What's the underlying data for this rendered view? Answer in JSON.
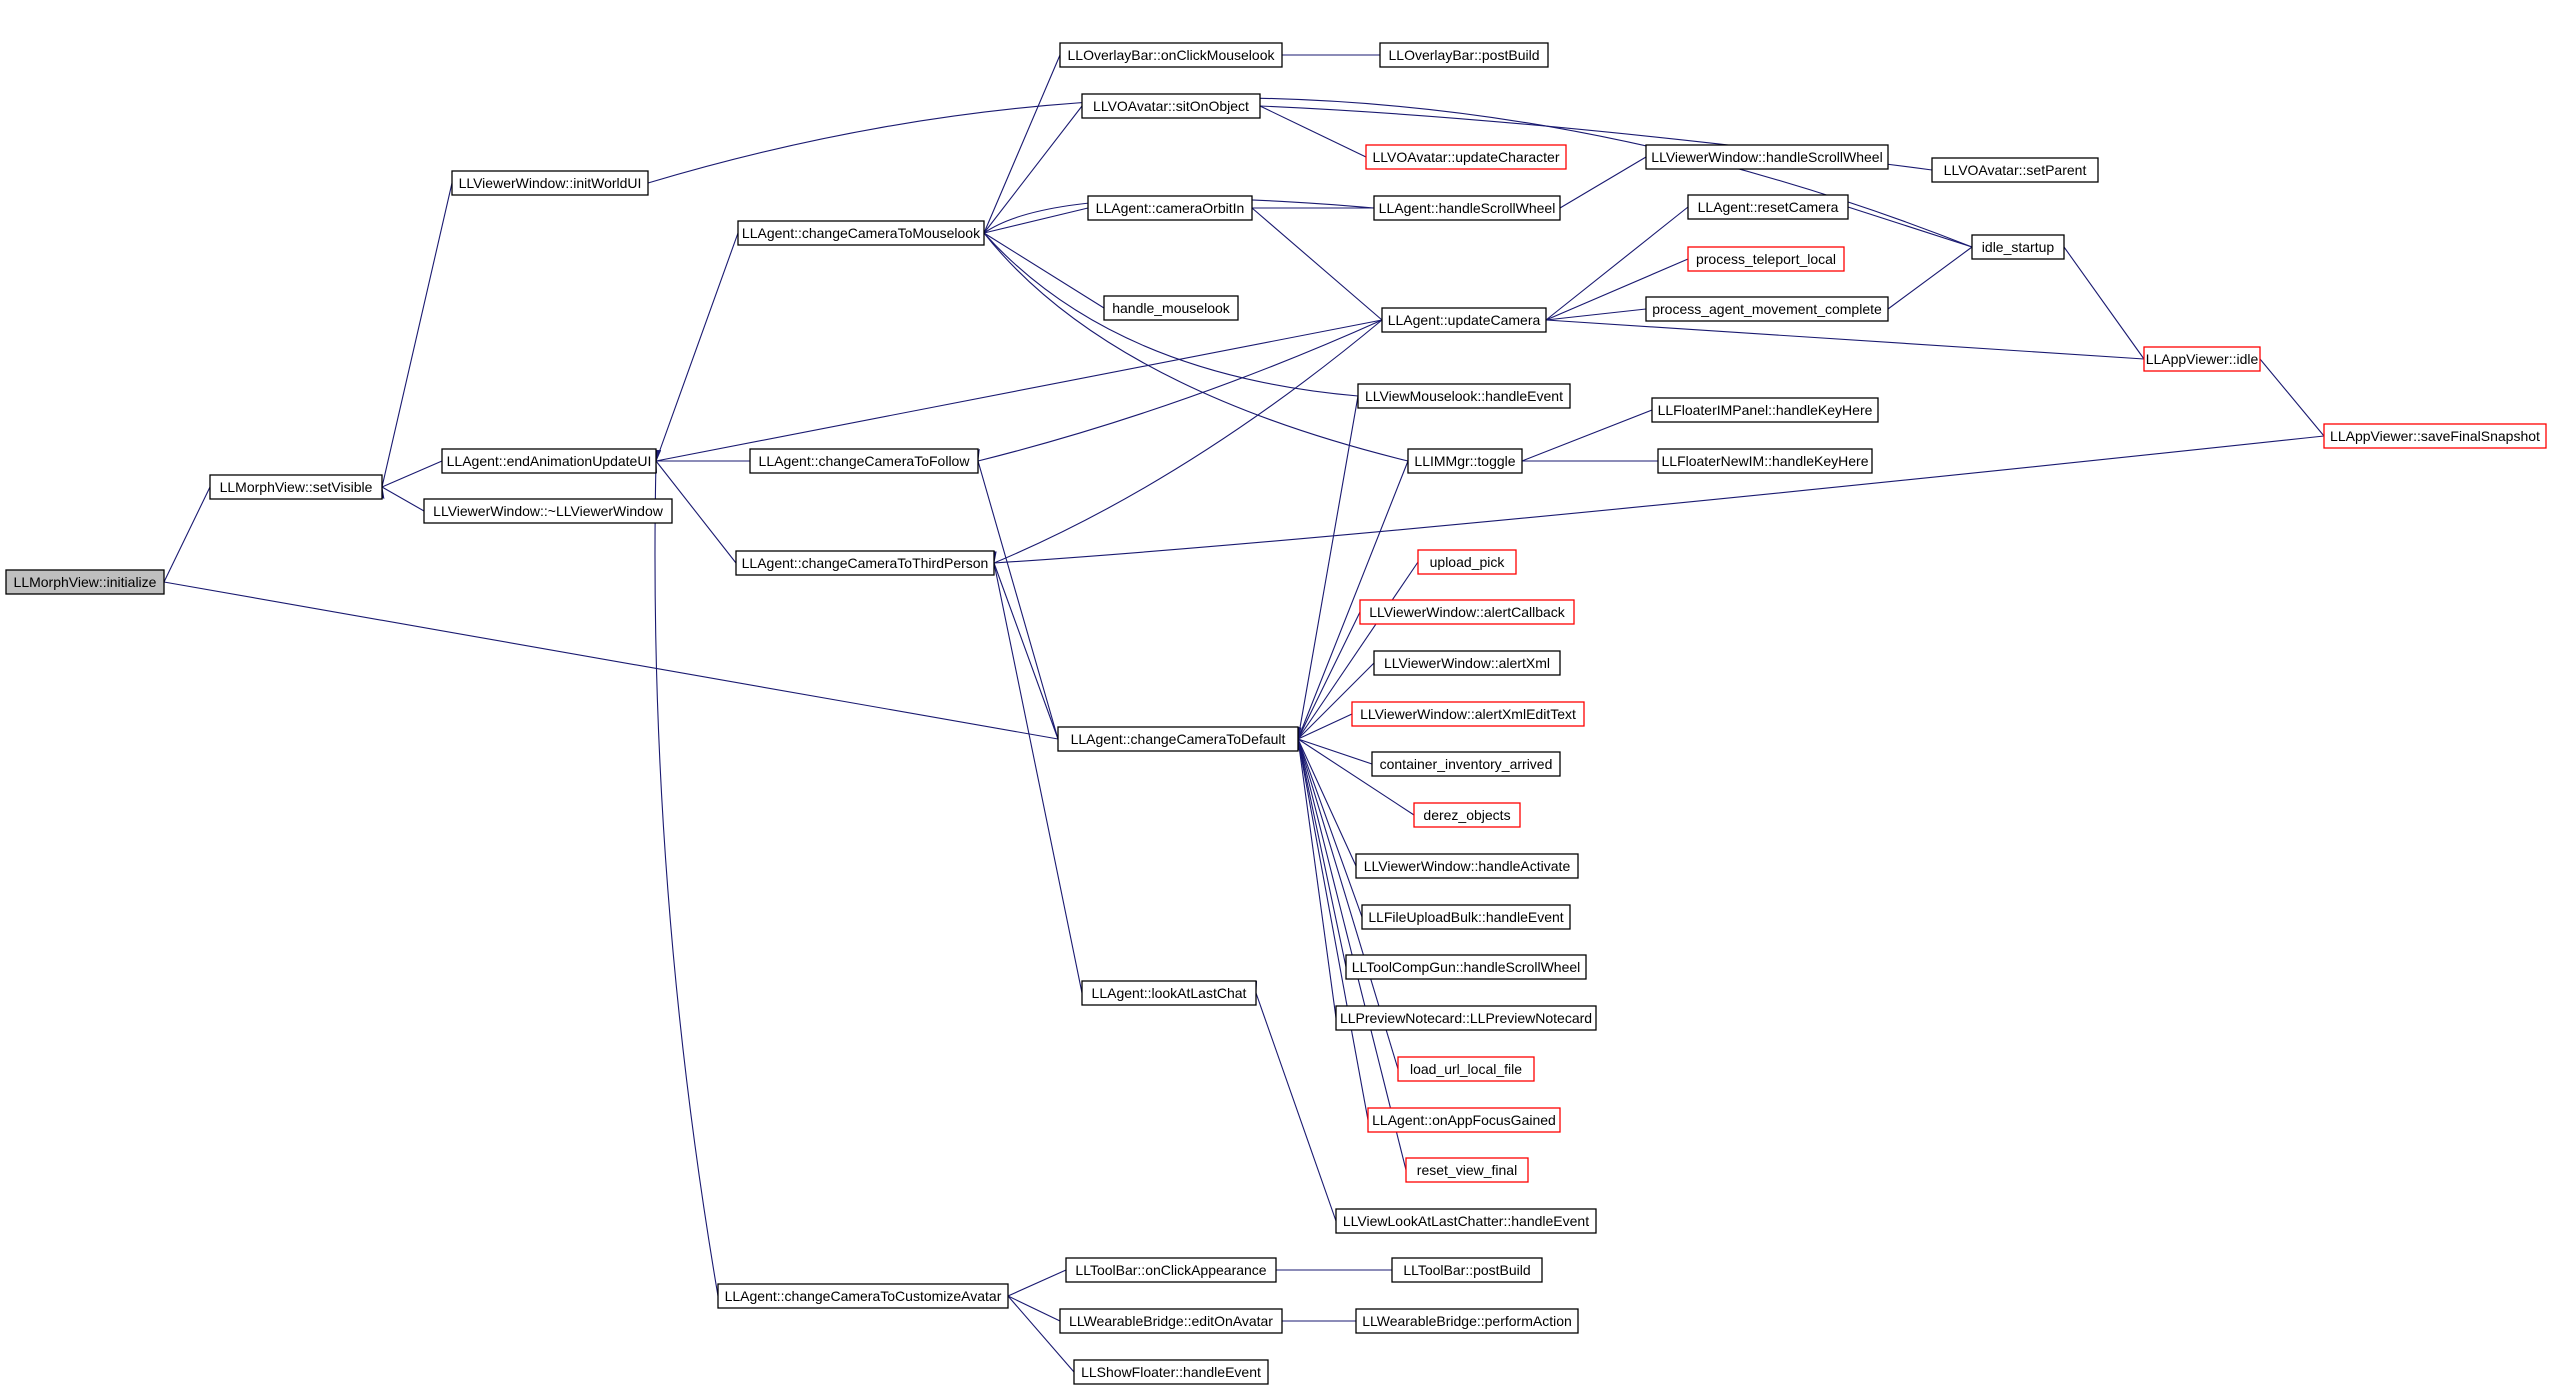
{
  "diagram": {
    "nodes": [
      {
        "id": "n0",
        "label": "LLMorphView::initialize",
        "root": true
      },
      {
        "id": "n1",
        "label": "LLMorphView::setVisible"
      },
      {
        "id": "n2",
        "label": "LLViewerWindow::initWorldUI"
      },
      {
        "id": "n3",
        "label": "LLAgent::endAnimationUpdateUI"
      },
      {
        "id": "n4",
        "label": "LLViewerWindow::~LLViewerWindow"
      },
      {
        "id": "n5",
        "label": "LLAgent::changeCameraToMouselook"
      },
      {
        "id": "n6",
        "label": "LLAgent::changeCameraToFollow"
      },
      {
        "id": "n7",
        "label": "LLAgent::changeCameraToThirdPerson"
      },
      {
        "id": "n8",
        "label": "LLAgent::changeCameraToCustomizeAvatar"
      },
      {
        "id": "n9",
        "label": "LLOverlayBar::onClickMouselook"
      },
      {
        "id": "n10",
        "label": "LLOverlayBar::postBuild"
      },
      {
        "id": "n11",
        "label": "LLVOAvatar::sitOnObject"
      },
      {
        "id": "n12",
        "label": "LLVOAvatar::updateCharacter",
        "red": true
      },
      {
        "id": "n13",
        "label": "LLVOAvatar::setParent"
      },
      {
        "id": "n14",
        "label": "LLAgent::cameraOrbitIn"
      },
      {
        "id": "n15",
        "label": "LLAgent::handleScrollWheel"
      },
      {
        "id": "n16",
        "label": "LLViewerWindow::handleScrollWheel"
      },
      {
        "id": "n17",
        "label": "handle_mouselook"
      },
      {
        "id": "n18",
        "label": "LLAgent::updateCamera"
      },
      {
        "id": "n19",
        "label": "LLAgent::resetCamera"
      },
      {
        "id": "n20",
        "label": "process_teleport_local",
        "red": true
      },
      {
        "id": "n21",
        "label": "process_agent_movement_complete"
      },
      {
        "id": "n22",
        "label": "idle_startup"
      },
      {
        "id": "n23",
        "label": "LLAppViewer::idle",
        "red": true
      },
      {
        "id": "n24",
        "label": "LLAppViewer::saveFinalSnapshot",
        "red": true
      },
      {
        "id": "n25",
        "label": "LLViewMouselook::handleEvent"
      },
      {
        "id": "n26",
        "label": "LLIMMgr::toggle"
      },
      {
        "id": "n27",
        "label": "LLFloaterIMPanel::handleKeyHere"
      },
      {
        "id": "n28",
        "label": "LLFloaterNewIM::handleKeyHere"
      },
      {
        "id": "n29",
        "label": "LLAgent::changeCameraToDefault"
      },
      {
        "id": "n30",
        "label": "upload_pick",
        "red": true
      },
      {
        "id": "n31",
        "label": "LLViewerWindow::alertCallback",
        "red": true
      },
      {
        "id": "n32",
        "label": "LLViewerWindow::alertXml"
      },
      {
        "id": "n33",
        "label": "LLViewerWindow::alertXmlEditText",
        "red": true
      },
      {
        "id": "n34",
        "label": "container_inventory_arrived"
      },
      {
        "id": "n35",
        "label": "derez_objects",
        "red": true
      },
      {
        "id": "n36",
        "label": "LLViewerWindow::handleActivate"
      },
      {
        "id": "n37",
        "label": "LLFileUploadBulk::handleEvent"
      },
      {
        "id": "n38",
        "label": "LLToolCompGun::handleScrollWheel"
      },
      {
        "id": "n39",
        "label": "LLPreviewNotecard::LLPreviewNotecard"
      },
      {
        "id": "n40",
        "label": "load_url_local_file",
        "red": true
      },
      {
        "id": "n41",
        "label": "LLAgent::onAppFocusGained",
        "red": true
      },
      {
        "id": "n42",
        "label": "reset_view_final",
        "red": true
      },
      {
        "id": "n43",
        "label": "LLViewLookAtLastChatter::handleEvent"
      },
      {
        "id": "n44",
        "label": "LLAgent::lookAtLastChat"
      },
      {
        "id": "n45",
        "label": "LLToolBar::onClickAppearance"
      },
      {
        "id": "n46",
        "label": "LLToolBar::postBuild"
      },
      {
        "id": "n47",
        "label": "LLWearableBridge::editOnAvatar"
      },
      {
        "id": "n48",
        "label": "LLWearableBridge::performAction"
      },
      {
        "id": "n49",
        "label": "LLShowFloater::handleEvent"
      }
    ],
    "edges": [
      [
        "n1",
        "n0"
      ],
      [
        "n29",
        "n0"
      ],
      [
        "n2",
        "n1"
      ],
      [
        "n3",
        "n1"
      ],
      [
        "n4",
        "n1"
      ],
      [
        "n22",
        "n2"
      ],
      [
        "n5",
        "n3"
      ],
      [
        "n6",
        "n3"
      ],
      [
        "n7",
        "n3"
      ],
      [
        "n8",
        "n3"
      ],
      [
        "n18",
        "n3"
      ],
      [
        "n9",
        "n5"
      ],
      [
        "n11",
        "n5"
      ],
      [
        "n14",
        "n5"
      ],
      [
        "n15",
        "n5"
      ],
      [
        "n17",
        "n5"
      ],
      [
        "n25",
        "n5"
      ],
      [
        "n26",
        "n5"
      ],
      [
        "n10",
        "n9"
      ],
      [
        "n12",
        "n11"
      ],
      [
        "n13",
        "n11"
      ],
      [
        "n15",
        "n14"
      ],
      [
        "n18",
        "n14"
      ],
      [
        "n16",
        "n15"
      ],
      [
        "n19",
        "n18"
      ],
      [
        "n20",
        "n18"
      ],
      [
        "n21",
        "n18"
      ],
      [
        "n23",
        "n18"
      ],
      [
        "n22",
        "n19"
      ],
      [
        "n22",
        "n21"
      ],
      [
        "n23",
        "n22"
      ],
      [
        "n24",
        "n23"
      ],
      [
        "n18",
        "n6"
      ],
      [
        "n29",
        "n6"
      ],
      [
        "n18",
        "n7"
      ],
      [
        "n29",
        "n7"
      ],
      [
        "n44",
        "n7"
      ],
      [
        "n24",
        "n7"
      ],
      [
        "n27",
        "n26"
      ],
      [
        "n28",
        "n26"
      ],
      [
        "n26",
        "n29"
      ],
      [
        "n30",
        "n29"
      ],
      [
        "n31",
        "n29"
      ],
      [
        "n32",
        "n29"
      ],
      [
        "n33",
        "n29"
      ],
      [
        "n34",
        "n29"
      ],
      [
        "n35",
        "n29"
      ],
      [
        "n36",
        "n29"
      ],
      [
        "n37",
        "n29"
      ],
      [
        "n38",
        "n29"
      ],
      [
        "n39",
        "n29"
      ],
      [
        "n40",
        "n29"
      ],
      [
        "n41",
        "n29"
      ],
      [
        "n42",
        "n29"
      ],
      [
        "n25",
        "n29"
      ],
      [
        "n43",
        "n44"
      ],
      [
        "n45",
        "n8"
      ],
      [
        "n47",
        "n8"
      ],
      [
        "n49",
        "n8"
      ],
      [
        "n46",
        "n45"
      ],
      [
        "n48",
        "n47"
      ]
    ]
  },
  "colors": {
    "edge": "#191970",
    "box_border": "#000000",
    "red_border": "#ff0000",
    "root_fill": "#bfbfbf",
    "background": "#ffffff"
  }
}
